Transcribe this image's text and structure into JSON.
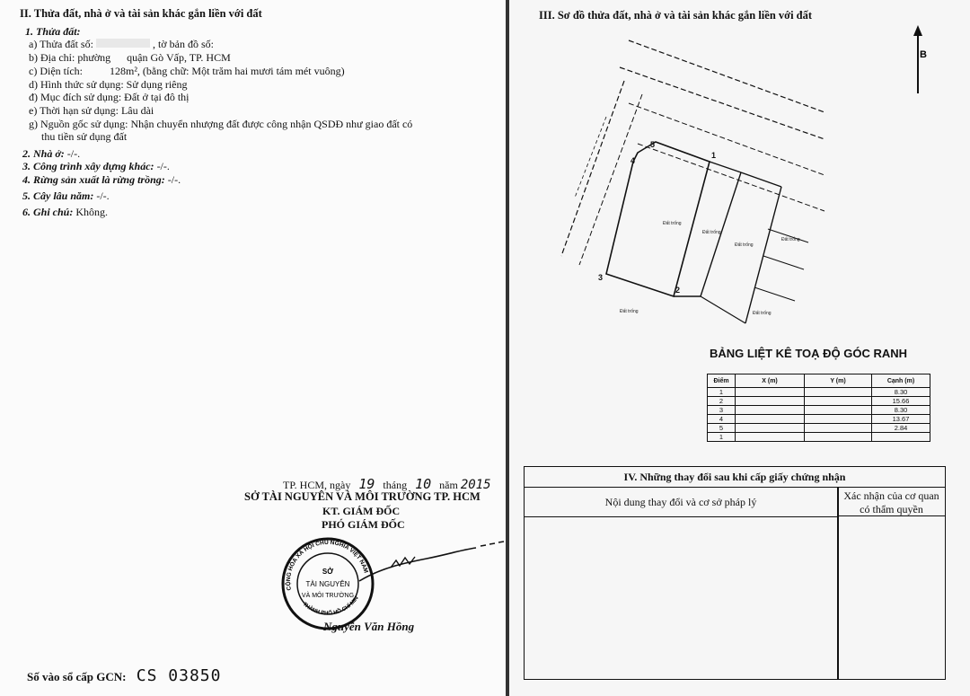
{
  "section2": {
    "title": "II. Thửa đất, nhà ở và tài sản khác gắn liền với đất",
    "h1": "1. Thửa đất:",
    "a": "a) Thửa đất số:",
    "a_tail": ", tờ bản đồ số:",
    "b": "b) Địa chỉ:  phường",
    "b_tail": "quận Gò Vấp, TP. HCM",
    "c": "c) Diện tích:",
    "c_val": "128m², (bằng chữ: Một trăm hai mươi tám mét vuông)",
    "d": "d) Hình thức sử dụng:   Sử dụng riêng",
    "dd": "đ) Mục đích sử dụng:   Đất ở tại đô thị",
    "e": "e) Thời hạn sử dụng:   Lâu dài",
    "g": "g) Nguồn gốc sử dụng:  Nhận chuyển nhượng đất được công nhận QSDĐ như giao đất có",
    "g2": "thu tiền sử dụng đất",
    "h2": "2. Nhà ở:",
    "h2v": "-/-.",
    "h3": "3. Công trình xây dựng khác:",
    "h3v": "-/-.",
    "h4": "4. Rừng sản xuất là rừng trồng:",
    "h4v": "-/-.",
    "h5": "5. Cây lâu năm:",
    "h5v": "-/-.",
    "h6": "6. Ghi chú:",
    "h6v": "Không."
  },
  "signature": {
    "date_prefix": "TP. HCM, ngày",
    "day": "19",
    "month_label": "tháng",
    "month": "10",
    "year_label": "năm",
    "year": "2015",
    "org": "SỞ TÀI NGUYÊN VÀ MÔI TRƯỜNG TP. HCM",
    "role1": "KT. GIÁM ĐỐC",
    "role2": "PHÓ GIÁM ĐỐC",
    "signer": "Nguyễn Văn Hồng",
    "stamp_outer": "CỘNG HÒA XÃ HỘI CHỦ NGHĨA VIỆT NAM",
    "stamp_bottom": "THÀNH PHỐ HỒ CHÍ MINH",
    "stamp_l1": "SỞ",
    "stamp_l2": "TÀI NGUYÊN",
    "stamp_l3": "VÀ MÔI TRƯỜNG"
  },
  "gcn": {
    "label": "Số vào sổ cấp GCN:",
    "number": "CS 03850"
  },
  "section3": {
    "title": "III. Sơ đồ thửa đất, nhà ở và tài sản khác gắn liền với đất",
    "north": "B"
  },
  "coords": {
    "title": "BẢNG LIỆT KÊ TOẠ ĐỘ GÓC RANH",
    "headers": [
      "Điểm",
      "X (m)",
      "Y (m)",
      "Cạnh (m)"
    ],
    "rows": [
      {
        "pt": "1",
        "x": "",
        "y": "",
        "edge": "8.30"
      },
      {
        "pt": "2",
        "x": "",
        "y": "",
        "edge": "15.66"
      },
      {
        "pt": "3",
        "x": "",
        "y": "",
        "edge": "8.30"
      },
      {
        "pt": "4",
        "x": "",
        "y": "",
        "edge": "13.67"
      },
      {
        "pt": "5",
        "x": "",
        "y": "",
        "edge": "2.84"
      },
      {
        "pt": "1",
        "x": "",
        "y": "",
        "edge": ""
      }
    ]
  },
  "section4": {
    "title": "IV. Những thay đổi sau khi cấp giấy chứng nhận",
    "col1": "Nội dung thay đổi và cơ sở pháp lý",
    "col2a": "Xác nhận của cơ quan",
    "col2b": "có thẩm quyền"
  }
}
